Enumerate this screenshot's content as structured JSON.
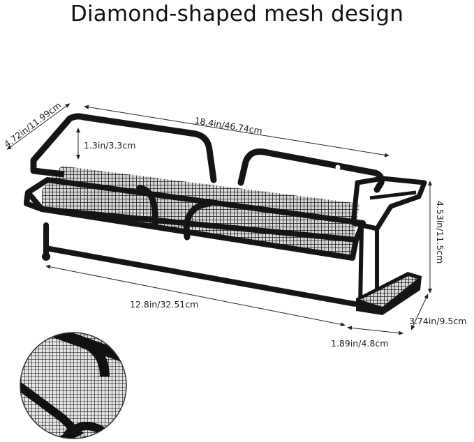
{
  "title": "Diamond-shaped mesh design",
  "dimensions": {
    "depth": "4.72in/11.99cm",
    "length": "18.4in/46.74cm",
    "rail_height": "1.3in/3.3cm",
    "height": "4.53in/11.5cm",
    "bar_length": "12.8in/32.51cm",
    "basket_depth": "3.74in/9.5cm",
    "basket_width": "1.89in/4.8cm"
  },
  "colors": {
    "metal": "#151515",
    "mesh_light": "#d8d8d8",
    "text": "#222222"
  }
}
